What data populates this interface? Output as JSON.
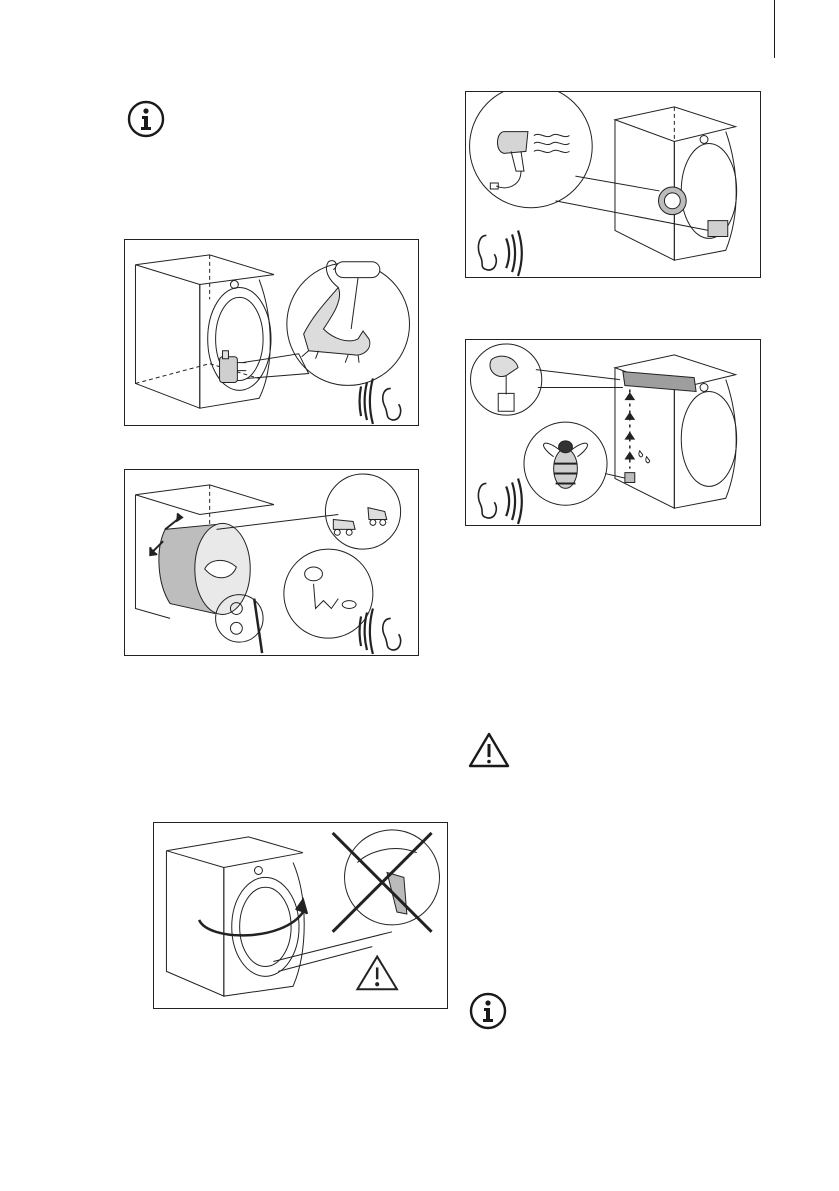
{
  "page": {
    "background": "#ffffff",
    "ink": "#1a1a1a"
  },
  "icons": {
    "info_top": "info-icon",
    "warning_right": "warning-icon",
    "info_bottom": "info-icon"
  },
  "illustrations": [
    {
      "name": "compressor-cat-illustration"
    },
    {
      "name": "drum-rotation-illustration"
    },
    {
      "name": "door-turn-warning-illustration"
    },
    {
      "name": "fan-hairdryer-illustration"
    },
    {
      "name": "pump-water-bee-illustration"
    }
  ]
}
